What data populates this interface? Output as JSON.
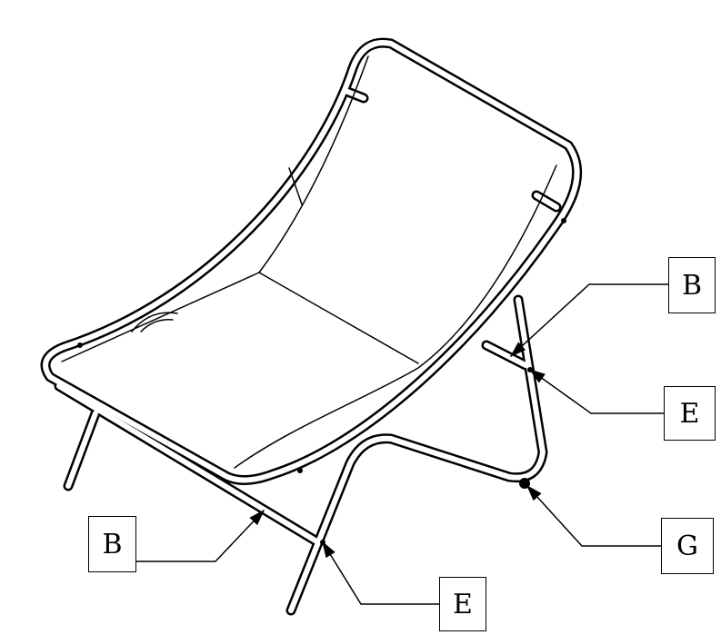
{
  "diagram": {
    "subject": "lounge-chair-assembly",
    "callouts": [
      {
        "id": "callout-b-top",
        "label": "B"
      },
      {
        "id": "callout-e-right",
        "label": "E"
      },
      {
        "id": "callout-g",
        "label": "G"
      },
      {
        "id": "callout-b-left",
        "label": "B"
      },
      {
        "id": "callout-e-bottom",
        "label": "E"
      }
    ],
    "colors": {
      "line": "#000000",
      "background": "#ffffff"
    }
  }
}
